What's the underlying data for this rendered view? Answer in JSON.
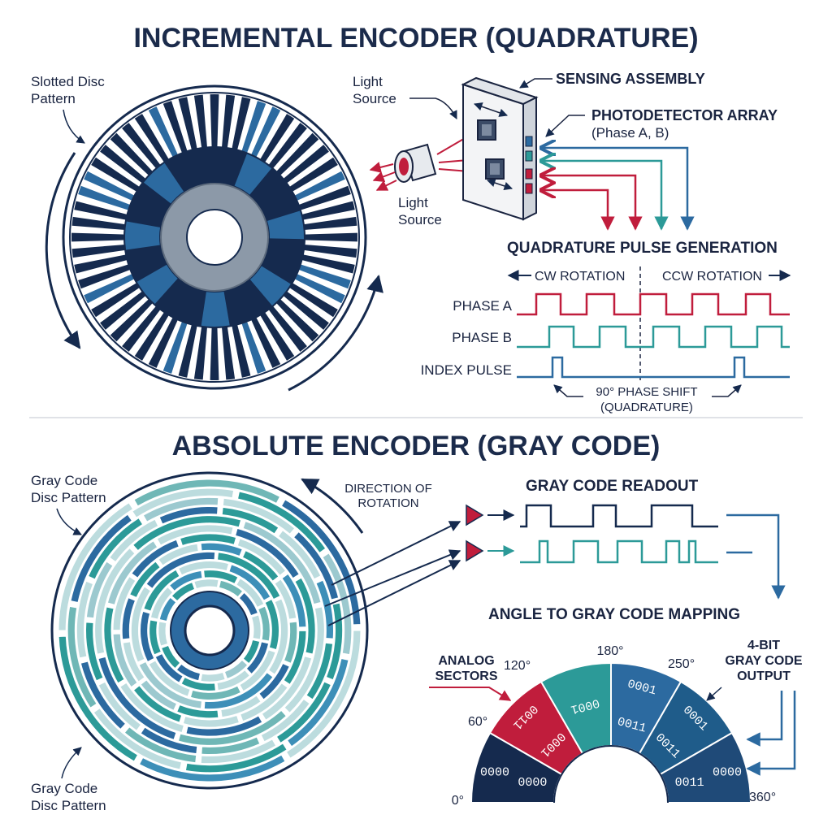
{
  "incremental": {
    "title": "INCREMENTAL ENCODER (QUADRATURE)",
    "disc_label": [
      "Slotted Disc",
      "Pattern"
    ],
    "light_source_top": [
      "Light",
      "Source"
    ],
    "light_source_bottom": [
      "Light",
      "Source"
    ],
    "sensing_assembly": "SENSING ASSEMBLY",
    "photodetector": [
      "PHOTODETECTOR ARRAY",
      "(Phase A, B)"
    ],
    "pulse_title": "QUADRATURE PULSE GENERATION",
    "cw": "CW ROTATION",
    "ccw": "CCW ROTATION",
    "phase_a": "PHASE A",
    "phase_b": "PHASE B",
    "index": "INDEX PULSE",
    "phase_shift": [
      "90° PHASE SHIFT",
      "(QUADRATURE)"
    ]
  },
  "absolute": {
    "title": "ABSOLUTE ENCODER (GRAY CODE)",
    "disc_label_top": [
      "Gray Code",
      "Disc Pattern"
    ],
    "disc_label_bottom": [
      "Gray Code",
      "Disc Pattern"
    ],
    "direction": [
      "DIRECTION OF",
      "ROTATION"
    ],
    "readout_title": "GRAY CODE READOUT",
    "mapping_title": "ANGLE TO GRAY CODE MAPPING",
    "analog": [
      "ANALOG",
      "SECTORS"
    ],
    "output": [
      "4-BIT",
      "GRAY CODE",
      "OUTPUT"
    ],
    "angles": [
      "0°",
      "60°",
      "120°",
      "180°",
      "250°",
      "360°"
    ],
    "sector_codes": [
      [
        "0000",
        "0000"
      ],
      [
        "0011",
        "0001"
      ],
      [
        "0001"
      ],
      [
        "0001",
        "0011"
      ],
      [
        "0001",
        "0011"
      ],
      [
        "0000",
        "0011"
      ]
    ]
  },
  "colors": {
    "navy": "#152a4e",
    "blue": "#2c6aa0",
    "teal": "#2c9a98",
    "red": "#c01d3c",
    "gray": "#8c99a8"
  }
}
